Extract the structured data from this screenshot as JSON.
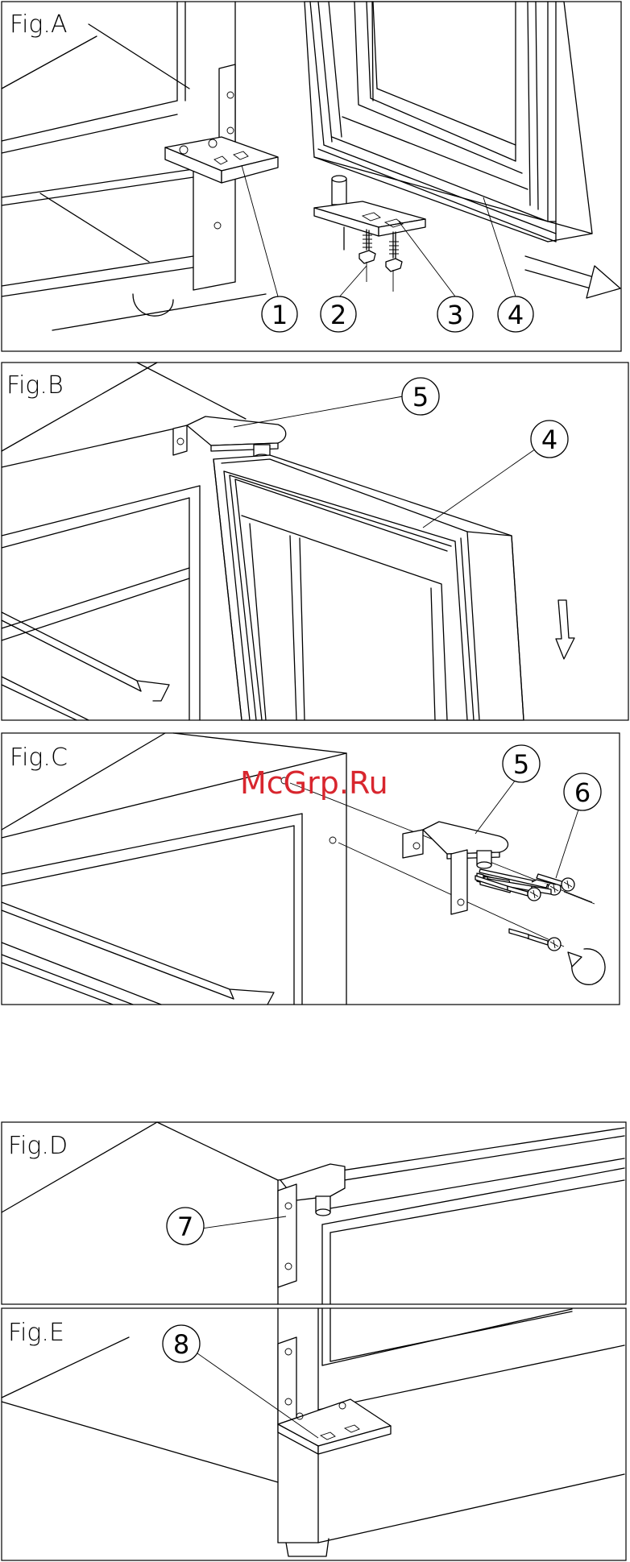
{
  "figures": [
    {
      "id": "A",
      "label": "Fig.A",
      "callouts": [
        "1",
        "2",
        "3",
        "4"
      ]
    },
    {
      "id": "B",
      "label": "Fig.B",
      "callouts": [
        "5",
        "4"
      ]
    },
    {
      "id": "C",
      "label": "Fig.C",
      "callouts": [
        "5",
        "6"
      ]
    },
    {
      "id": "D",
      "label": "Fig.D",
      "callouts": [
        "7"
      ]
    },
    {
      "id": "E",
      "label": "Fig.E",
      "callouts": [
        "8"
      ]
    }
  ],
  "watermark": "McGrp.Ru"
}
